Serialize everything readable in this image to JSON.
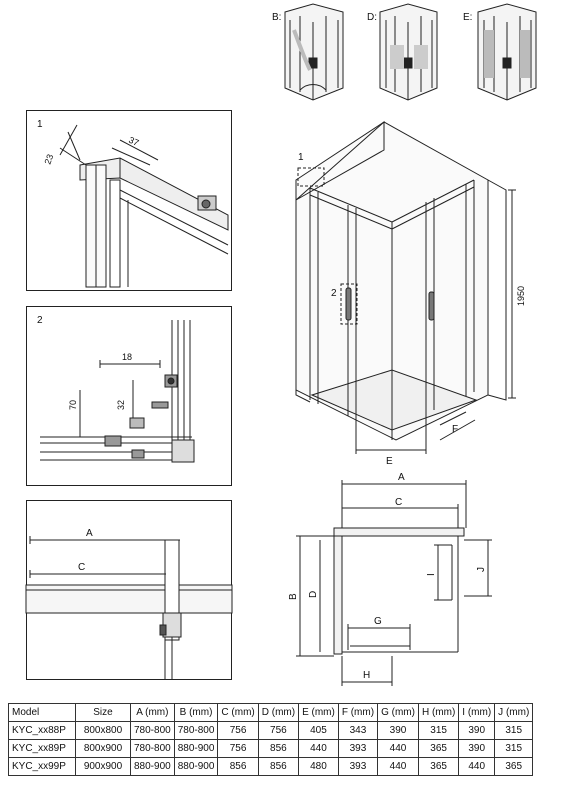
{
  "variants": [
    {
      "label": "B:"
    },
    {
      "label": "D:"
    },
    {
      "label": "E:"
    }
  ],
  "detail1": {
    "label": "1",
    "dim_23": "23",
    "dim_37": "37"
  },
  "detail2": {
    "label": "2",
    "dim_18": "18",
    "dim_32": "32",
    "dim_70": "70"
  },
  "detail3": {
    "dim_a": "A",
    "dim_c": "C"
  },
  "iso": {
    "callout_1": "1",
    "callout_2": "2",
    "height": "1950",
    "dim_e": "E",
    "dim_f": "F"
  },
  "plan": {
    "a": "A",
    "c": "C",
    "b": "B",
    "d": "D",
    "i": "I",
    "j": "J",
    "g": "G",
    "h": "H"
  },
  "table": {
    "headers": [
      "Model",
      "Size",
      "A (mm)",
      "B (mm)",
      "C (mm)",
      "D (mm)",
      "E (mm)",
      "F (mm)",
      "G (mm)",
      "H (mm)",
      "I (mm)",
      "J (mm)"
    ],
    "rows": [
      [
        "KYC_xx88P",
        "800x800",
        "780-800",
        "780-800",
        "756",
        "756",
        "405",
        "343",
        "390",
        "315",
        "390",
        "315"
      ],
      [
        "KYC_xx89P",
        "800x900",
        "780-800",
        "880-900",
        "756",
        "856",
        "440",
        "393",
        "440",
        "365",
        "390",
        "315"
      ],
      [
        "KYC_xx99P",
        "900x900",
        "880-900",
        "880-900",
        "856",
        "856",
        "480",
        "393",
        "440",
        "365",
        "440",
        "365"
      ]
    ]
  }
}
